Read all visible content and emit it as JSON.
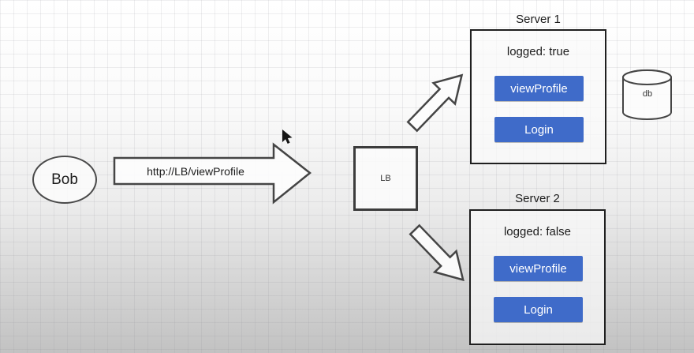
{
  "diagram": {
    "actor": {
      "label": "Bob"
    },
    "request_arrow": {
      "label": "http://LB/viewProfile"
    },
    "load_balancer": {
      "label": "LB"
    },
    "servers": [
      {
        "title": "Server 1",
        "status": "logged: true",
        "buttons": [
          {
            "label": "viewProfile"
          },
          {
            "label": "Login"
          }
        ]
      },
      {
        "title": "Server 2",
        "status": "logged: false",
        "buttons": [
          {
            "label": "viewProfile"
          },
          {
            "label": "Login"
          }
        ]
      }
    ],
    "database": {
      "label": "db"
    },
    "colors": {
      "button_blue": "#3f6bc9",
      "line": "#454545"
    }
  }
}
